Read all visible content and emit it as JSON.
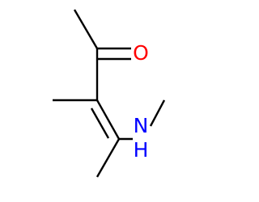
{
  "molecule": {
    "atoms": {
      "oxygen": "O",
      "nitrogen": "N",
      "hydrogen": "H"
    },
    "colors": {
      "bond": "#000000",
      "oxygen": "#ff0000",
      "nitrogen": "#0000ff",
      "background": "#ffffff"
    }
  }
}
